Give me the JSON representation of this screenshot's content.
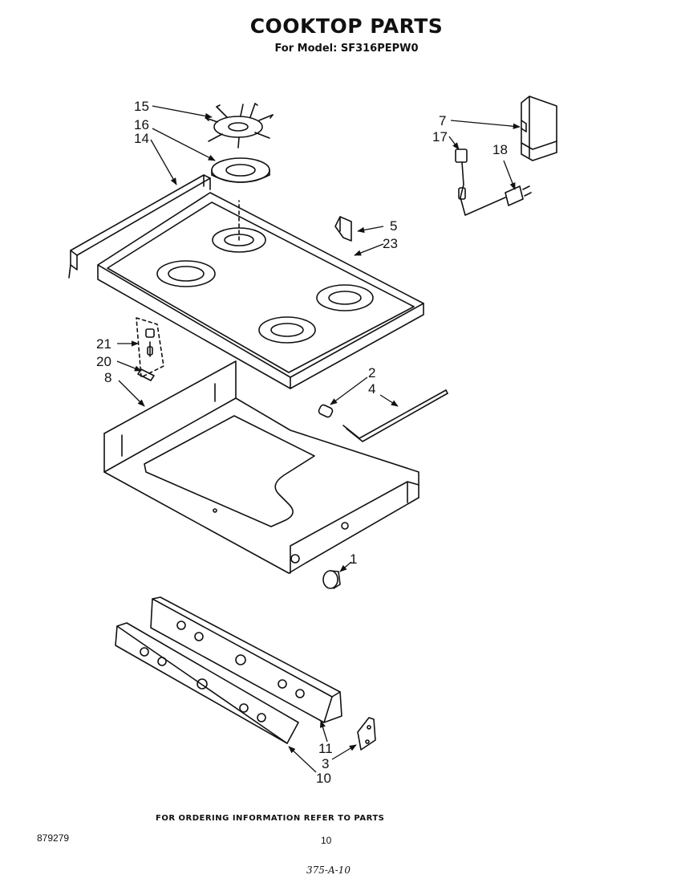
{
  "header": {
    "title": "COOKTOP PARTS",
    "model_line": "For Model: SF316PEPW0"
  },
  "callouts": {
    "c15": "15",
    "c16": "16",
    "c14": "14",
    "c7": "7",
    "c17": "17",
    "c18": "18",
    "c5": "5",
    "c23": "23",
    "c21": "21",
    "c20": "20",
    "c8": "8",
    "c2": "2",
    "c4": "4",
    "c1": "1",
    "c11": "11",
    "c3": "3",
    "c10": "10"
  },
  "footer": {
    "ordering_note": "FOR ORDERING INFORMATION REFER TO PARTS",
    "doc_number": "879279",
    "page_number": "10",
    "handwritten_note": "375-A-10"
  }
}
